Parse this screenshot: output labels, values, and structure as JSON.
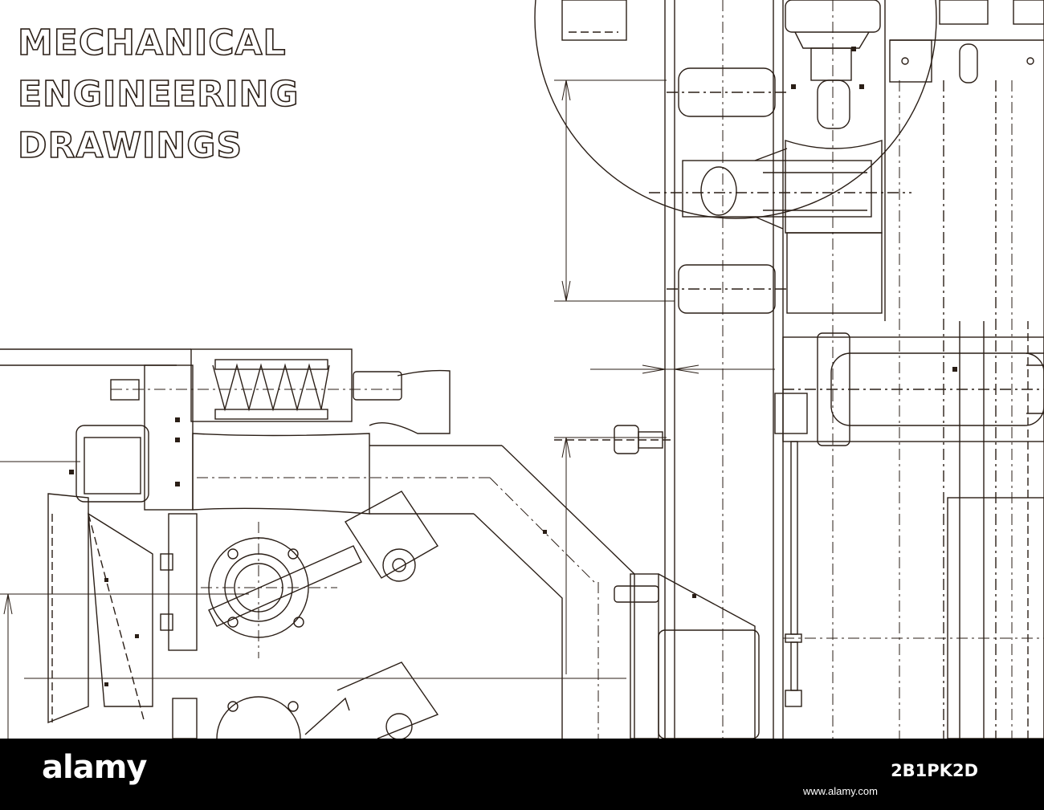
{
  "title": {
    "line1": "MECHANICAL",
    "line2": "ENGINEERING",
    "line3": "DRAWINGS"
  },
  "footer": {
    "brand": "alamy",
    "stock_id": "2B1PK2D",
    "url": "www.alamy.com"
  },
  "colors": {
    "line": "#2a1e16",
    "background": "#ffffff",
    "footer_bg": "#000000"
  }
}
